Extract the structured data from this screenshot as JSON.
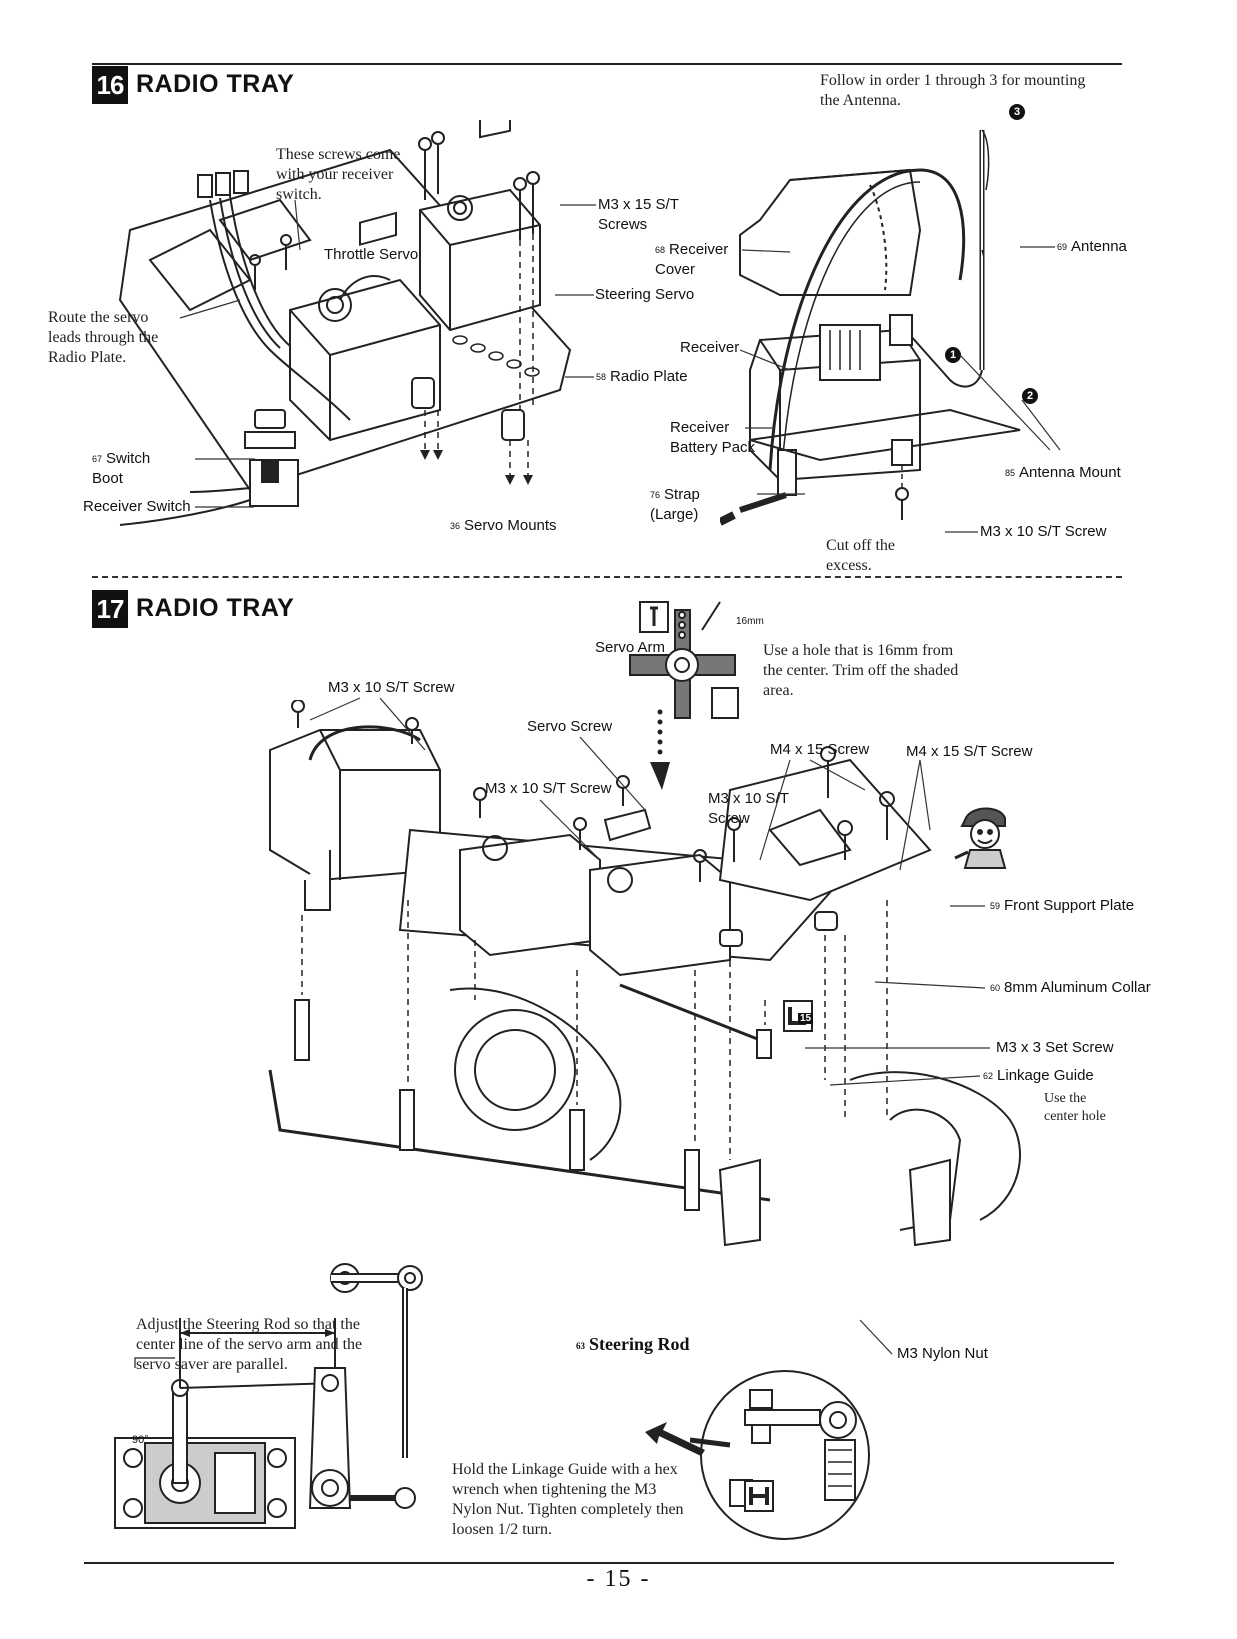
{
  "step16": {
    "number": "16",
    "title": "RADIO TRAY",
    "notes": {
      "antenna_order": "Follow in order 1 through 3 for mounting the Antenna.",
      "screws_note": "These screws come with your receiver switch.",
      "route_note": "Route the servo leads through the Radio Plate.",
      "cut_note": "Cut off the excess."
    },
    "labels": {
      "throttle_servo": "Throttle Servo",
      "m3x15_screws": "M3 x 15 S/T Screws",
      "receiver_cover_num": "68",
      "receiver_cover": "Receiver Cover",
      "steering_servo": "Steering Servo",
      "receiver": "Receiver",
      "radio_plate_num": "58",
      "radio_plate": "Radio Plate",
      "receiver_battery": "Receiver Battery Pack",
      "strap_num": "76",
      "strap": "Strap (Large)",
      "servo_mounts_num": "36",
      "servo_mounts": "Servo Mounts",
      "switch_boot_num": "67",
      "switch_boot": "Switch Boot",
      "receiver_switch": "Receiver Switch",
      "antenna_num": "69",
      "antenna": "Antenna",
      "antenna_mount_num": "85",
      "antenna_mount": "Antenna Mount",
      "m3x10_screw": "M3 x 10 S/T Screw",
      "badge1": "1",
      "badge2": "2",
      "badge3": "3"
    }
  },
  "step17": {
    "number": "17",
    "title": "RADIO TRAY",
    "notes": {
      "hole_note": "Use a hole that is 16mm from the center. Trim off the shaded area.",
      "center_hole": "Use the center hole",
      "adjust_note": "Adjust the Steering Rod so that the center line of the servo arm and the servo saver are parallel.",
      "hold_note": "Hold the Linkage Guide with a hex wrench when tightening the M3 Nylon Nut. Tighten completely then loosen 1/2 turn."
    },
    "labels": {
      "servo_arm": "Servo Arm",
      "dim_16mm": "16mm",
      "m3x10_screw_a": "M3 x 10 S/T Screw",
      "servo_screw": "Servo Screw",
      "m3x10_screw_b": "M3 x 10 S/T Screw",
      "m3x10_screw_c": "M3 x 10 S/T Screw",
      "m4x15_screw": "M4 x 15 Screw",
      "m4x15_st_screw": "M4 x 15 S/T Screw",
      "front_support_num": "59",
      "front_support": "Front Support Plate",
      "collar_num": "60",
      "collar": "8mm Aluminum Collar",
      "set_screw": "M3 x 3 Set Screw",
      "linkage_num": "62",
      "linkage_guide": "Linkage Guide",
      "steering_rod_num": "63",
      "steering_rod": "Steering Rod",
      "nylon_nut": "M3 Nylon Nut",
      "angle_90": "90°",
      "wrench_icon_num": "15"
    }
  },
  "page_number": "- 15 -"
}
